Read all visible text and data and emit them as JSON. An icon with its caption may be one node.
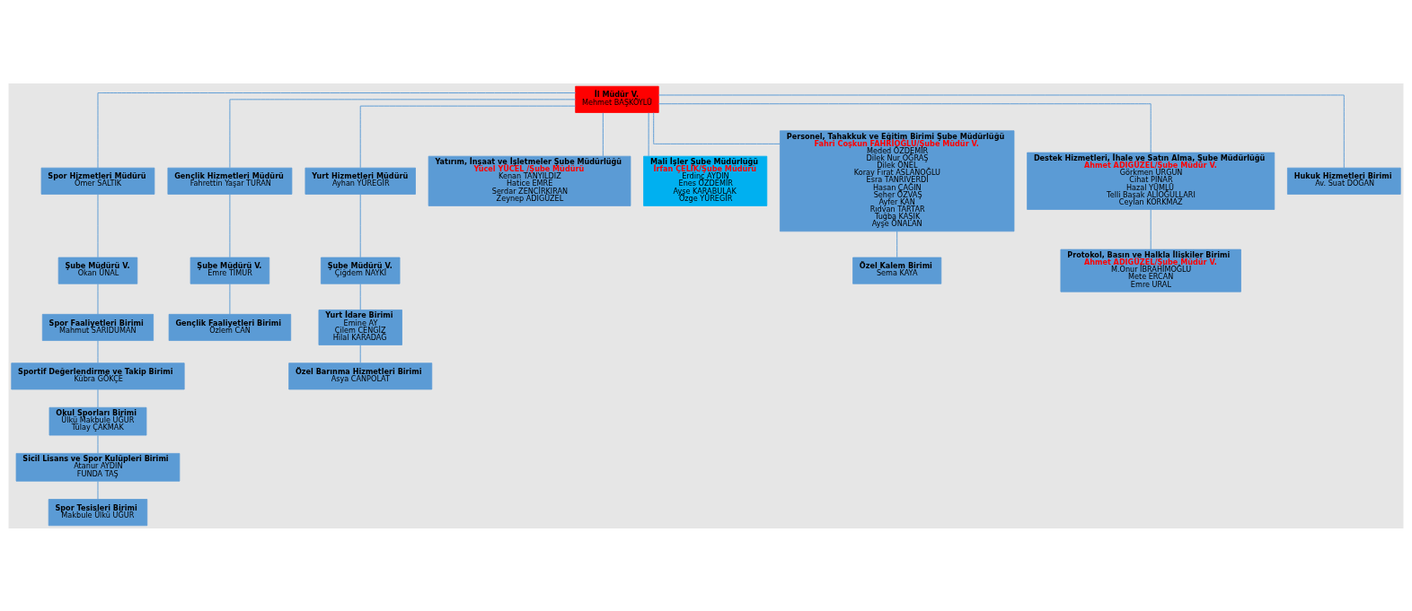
{
  "diagram": {
    "nodes": [
      {
        "text": [
          "İl Müdür V.",
          "Mehmet BAŞKÖYLÜ"
        ]
      },
      {
        "text": [
          "Spor Hizmetleri Müdürü",
          "Ömer SALTIK"
        ]
      },
      {
        "text": [
          "Şube Müdürü V.",
          "Okan ÜNAL"
        ]
      },
      {
        "text": [
          "Spor Faaliyetleri Birimi",
          "Mahmut SARIDUMAN"
        ]
      },
      {
        "text": [
          "Sportif Değerlendirme ve Takip Birimi",
          "Kübra GÖKÇE"
        ]
      },
      {
        "text": [
          "Okul Sporları Birimi",
          "Ülkü Makbule UĞUR",
          "Tülay ÇAKMAK"
        ]
      },
      {
        "text": [
          "Sicil Lisans ve Spor Kulüpleri Birimi",
          "Atanur AYDIN",
          "FUNDA TAŞ"
        ]
      },
      {
        "text": [
          "Spor Tesisleri Birimi",
          "Makbule Ülkü UĞUR"
        ]
      },
      {
        "text": [
          "Gençlik Hizmetleri Müdürü",
          "Fahrettin Yaşar TURAN"
        ]
      },
      {
        "text": [
          "Şube Müdürü V.",
          "Emre TİMUR"
        ]
      },
      {
        "text": [
          "Gençlik Faaliyetleri Birimi",
          "Özlem CAN"
        ]
      },
      {
        "text": [
          "Yurt Hizmetleri Müdürü",
          "Ayhan YÜREGİR"
        ]
      },
      {
        "text": [
          "Şube Müdürü V.",
          "Çiğdem NAYKİ"
        ]
      },
      {
        "text": [
          "Yurt İdare Birimi",
          "Emine AY",
          "Çilem CENGİZ",
          "Hilal KARADAĞ"
        ]
      },
      {
        "text": [
          "Özel Barınma Hizmetleri Birimi",
          "Asya CANPOLAT"
        ]
      },
      {
        "text": [
          "Yatırım, İnşaat ve İşletmeler Şube Müdürlüğü",
          "Yücel YÜCEL /Şube Müdürü",
          "Kenan TANYILDIZ",
          "Hatice EMRE",
          "Serdar ZENCİRKIRAN",
          "Zeynep ADIGÜZEL"
        ]
      },
      {
        "text": [
          "Mali İşler Şube Müdürlüğü",
          "İrfan ÇELİK/Şube Müdürü",
          "Erdinç AYDIN",
          "Enes ÖZDEMİR",
          "Ayşe KARABULAK",
          "Özge YÜREGİR"
        ]
      },
      {
        "text": [
          "Personel, Tahakkuk ve Eğitim Birimi Şube Müdürlüğü",
          "Fahri Coşkun FAHRİOĞLU/Şube Müdür V.",
          "Meded ÖZDEMİR",
          "Dilek Nur OĞRAŞ",
          "Dilek ÖNEL",
          "Koray Fırat ASLANOĞLU",
          "Esra TANRIVERDİ",
          "Hasan ÇAĞIN",
          "Seher ÖZVAŞ",
          "Ayfer KAN",
          "Rıdvan TARTAR",
          "Tuğba KAŞIK",
          "Ayşe ÖNALAN"
        ]
      },
      {
        "text": [
          "Özel Kalem Birimi",
          "Sema KAYA"
        ]
      },
      {
        "text": [
          "Destek Hizmetleri, İhale ve Satın Alma, Şube Müdürlüğü",
          "Ahmet ADIGÜZEL/Şube Müdür V.",
          "Görkmen URGUN",
          "Cihat PINAR",
          "Hazal YÜMLÜ",
          "Telli Başak ALİOĞULLARI",
          "Ceylan KORKMAZ"
        ]
      },
      {
        "text": [
          "Protokol, Basın ve Halkla İlişkiler Birimi",
          "Ahmet ADIGÜZEL/Şube Müdür V.",
          "M.Onur İBRAHİMOĞLU",
          "Mete ERCAN",
          "Emre URAL"
        ]
      },
      {
        "text": [
          "Hukuk Hizmetleri Birimi",
          "Av. Suat DOĞAN"
        ]
      }
    ],
    "edges": [
      {
        "from": 0,
        "to": 1,
        "arrow": "none"
      },
      {
        "from": 0,
        "to": 8,
        "arrow": "none"
      },
      {
        "from": 0,
        "to": 11,
        "arrow": "none"
      },
      {
        "from": 0,
        "to": 15,
        "arrow": "none"
      },
      {
        "from": 0,
        "to": 16,
        "arrow": "none"
      },
      {
        "from": 0,
        "to": 17,
        "arrow": "none"
      },
      {
        "from": 0,
        "to": 19,
        "arrow": "none"
      },
      {
        "from": 0,
        "to": 21,
        "arrow": "none"
      },
      {
        "from": 1,
        "to": 2,
        "arrow": "none"
      },
      {
        "from": 2,
        "to": 3,
        "arrow": "none"
      },
      {
        "from": 3,
        "to": 4,
        "arrow": "none"
      },
      {
        "from": 4,
        "to": 5,
        "arrow": "none"
      },
      {
        "from": 5,
        "to": 6,
        "arrow": "none"
      },
      {
        "from": 6,
        "to": 7,
        "arrow": "none"
      },
      {
        "from": 8,
        "to": 9,
        "arrow": "none"
      },
      {
        "from": 9,
        "to": 10,
        "arrow": "none"
      },
      {
        "from": 11,
        "to": 12,
        "arrow": "none"
      },
      {
        "from": 12,
        "to": 13,
        "arrow": "none"
      },
      {
        "from": 13,
        "to": 14,
        "arrow": "none"
      },
      {
        "from": 17,
        "to": 18,
        "arrow": "none"
      },
      {
        "from": 19,
        "to": 20,
        "arrow": "none"
      }
    ]
  }
}
